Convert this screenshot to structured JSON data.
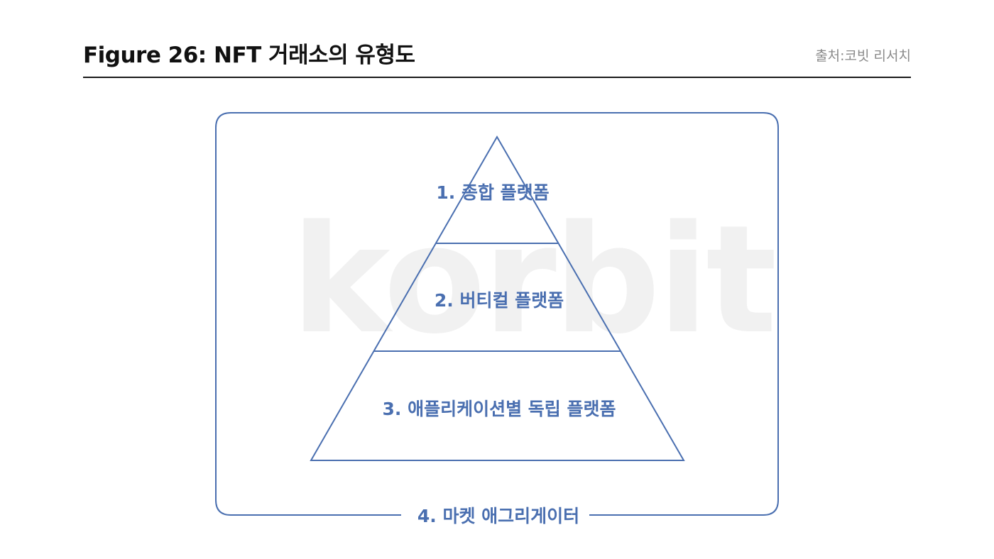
{
  "header": {
    "title": "Figure 26: NFT 거래소의 유형도",
    "source": "출처:코빗 리서치"
  },
  "watermark": {
    "text": "korbit"
  },
  "diagram": {
    "pyramid_levels": [
      {
        "label": "1. 종합 플랫폼"
      },
      {
        "label": "2. 버티컬 플랫폼"
      },
      {
        "label": "3. 애플리케이션별 독립 플랫폼"
      }
    ],
    "frame_label": "4. 마켓 애그리게이터"
  },
  "colors": {
    "accent": "#4a6fb0",
    "frame": "#4a6fb0",
    "title": "#111111",
    "source": "#8a8a8a",
    "watermark": "#f1f1f1"
  }
}
